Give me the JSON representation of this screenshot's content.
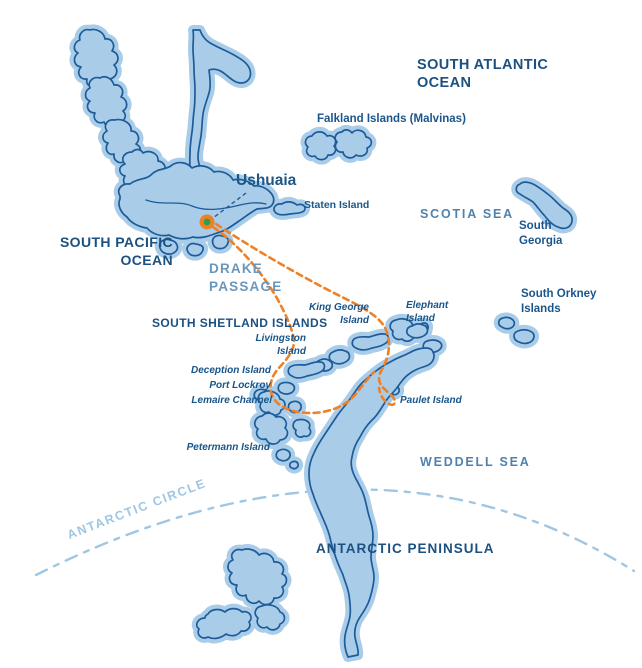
{
  "colors": {
    "background": "#ffffff",
    "land": "#a9cde9",
    "coast": "#1d5b99",
    "navy": "#1b5080",
    "sea": "#4f82af",
    "drake": "#6b96bc",
    "circle": "#9fc6e3",
    "route": "#ef8025",
    "marker_green": "#2e9e4c",
    "leader": "#2a5a8c",
    "island_label": "#17558a"
  },
  "icons": {
    "port_marker": "orange-ring-with-green-dot"
  },
  "labels": {
    "south_atlantic_ocean": [
      "SOUTH ATLANTIC",
      "OCEAN"
    ],
    "falkland_islands": "Falkland Islands (Malvinas)",
    "ushuaia": "Ushuaia",
    "staten_island": "Staten Island",
    "south_pacific_ocean": [
      "SOUTH PACIFIC",
      "OCEAN"
    ],
    "scotia_sea": "SCOTIA SEA",
    "south_georgia": [
      "South",
      "Georgia"
    ],
    "south_orkney_islands": [
      "South Orkney",
      "Islands"
    ],
    "drake_passage": [
      "DRAKE",
      "PASSAGE"
    ],
    "south_shetland_islands": "SOUTH SHETLAND ISLANDS",
    "king_george_island": [
      "King George",
      "Island"
    ],
    "elephant_island": [
      "Elephant",
      "Island"
    ],
    "livingston_island": [
      "Livingston",
      "Island"
    ],
    "deception_island": "Deception Island",
    "port_lockroy": "Port Lockroy",
    "lemaire_channel": "Lemaire Channel",
    "petermann_island": "Petermann Island",
    "paulet_island": "Paulet Island",
    "weddell_sea": "WEDDELL SEA",
    "antarctic_peninsula": "ANTARCTIC PENINSULA",
    "antarctic_circle": "ANTARCTIC CIRCLE"
  }
}
